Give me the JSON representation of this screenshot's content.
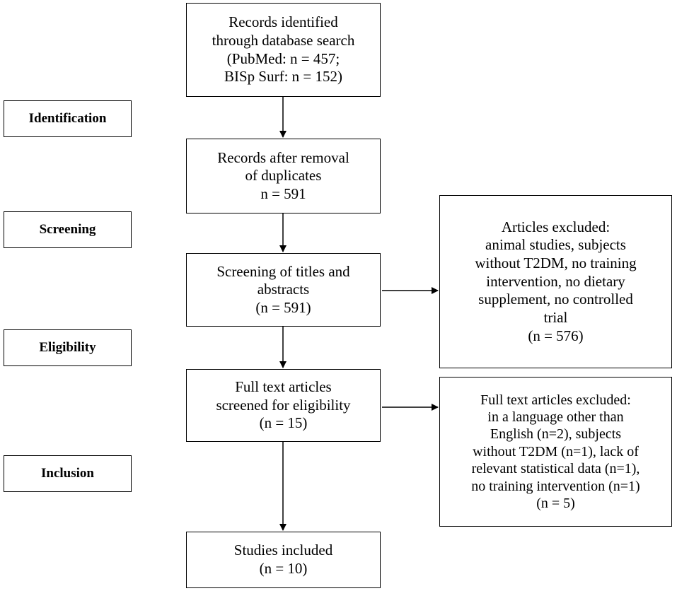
{
  "stages": {
    "identification": "Identification",
    "screening": "Screening",
    "eligibility": "Eligibility",
    "inclusion": "Inclusion"
  },
  "boxes": {
    "records_identified": [
      "Records identified",
      "through database search",
      "(PubMed: n = 457;",
      "BISp Surf: n = 152)"
    ],
    "after_duplicates": [
      "Records after removal",
      "of duplicates",
      "n = 591"
    ],
    "screening_titles": [
      "Screening of titles and",
      "abstracts",
      "(n = 591)"
    ],
    "articles_excluded": [
      "Articles excluded:",
      "animal studies, subjects",
      "without T2DM, no training",
      "intervention, no dietary",
      "supplement, no controlled",
      "trial",
      "(n = 576)"
    ],
    "full_text_screened": [
      "Full text articles",
      "screened for eligibility",
      "(n = 15)"
    ],
    "full_text_excluded": [
      "Full text articles excluded:",
      "in a language other than",
      "English (n=2), subjects",
      "without T2DM (n=1), lack of",
      "relevant statistical data (n=1),",
      "no training intervention (n=1)",
      "(n = 5)"
    ],
    "studies_included": [
      "Studies included",
      "(n = 10)"
    ]
  }
}
